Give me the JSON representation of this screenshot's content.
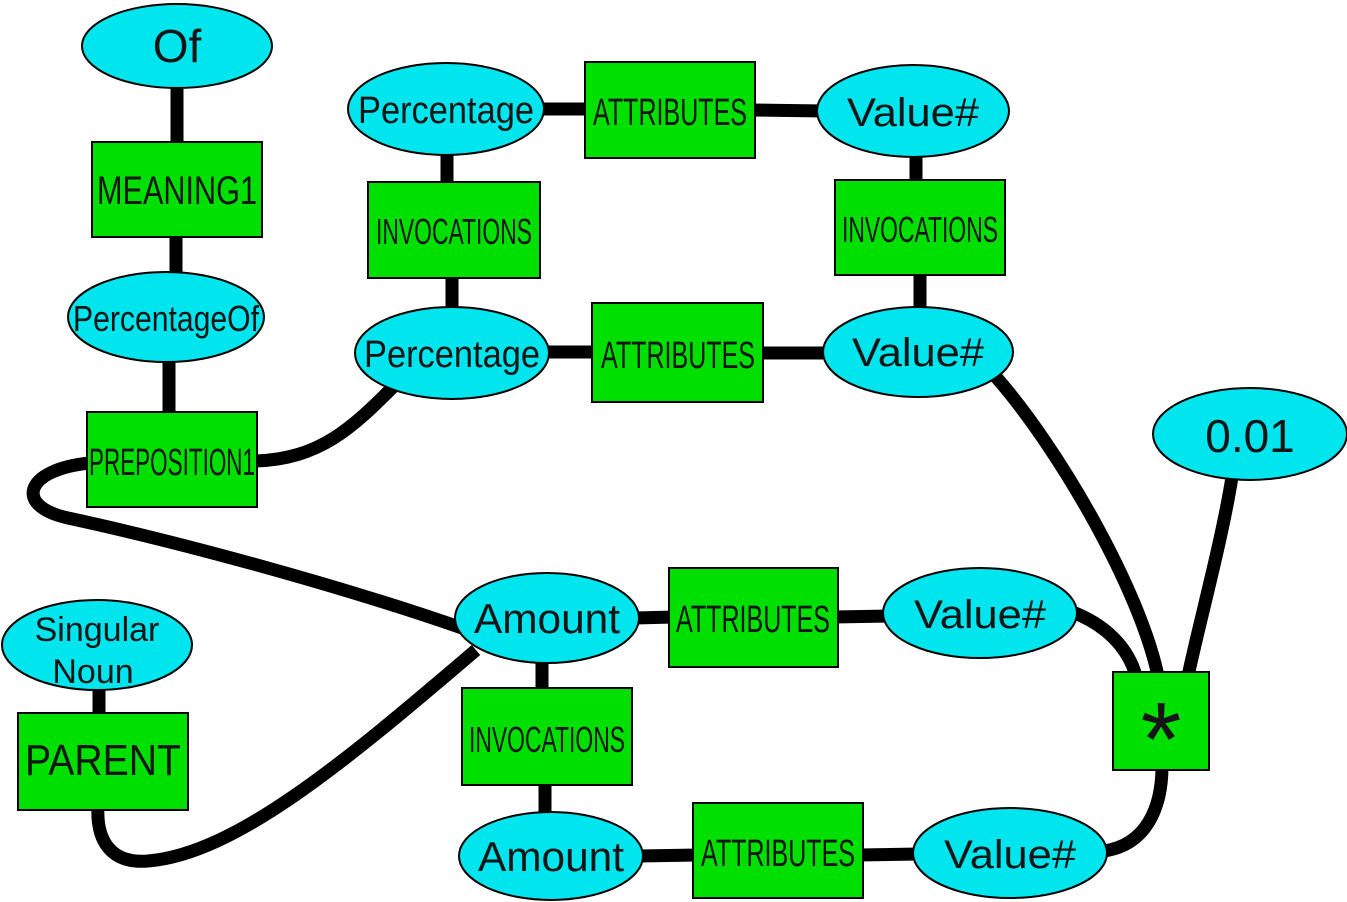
{
  "diagram": {
    "kind": "semantic-network",
    "colors": {
      "entity_fill": "#00e5ee",
      "relation_fill": "#00e000",
      "edge": "#000000",
      "border": "#000000",
      "text": "#151515",
      "background": "#ffffff"
    },
    "nodes": {
      "of": {
        "label": "Of",
        "shape": "ellipse"
      },
      "meaning1": {
        "label": "MEANING1",
        "shape": "rect"
      },
      "percentage_of": {
        "label": "PercentageOf",
        "shape": "ellipse"
      },
      "preposition1": {
        "label": "PREPOSITION1",
        "shape": "rect"
      },
      "percentage_top": {
        "label": "Percentage",
        "shape": "ellipse"
      },
      "attributes_top": {
        "label": "ATTRIBUTES",
        "shape": "rect"
      },
      "value_top": {
        "label": "Value#",
        "shape": "ellipse"
      },
      "invocations_left": {
        "label": "INVOCATIONS",
        "shape": "rect"
      },
      "invocations_right": {
        "label": "INVOCATIONS",
        "shape": "rect"
      },
      "percentage_mid": {
        "label": "Percentage",
        "shape": "ellipse"
      },
      "attributes_mid": {
        "label": "ATTRIBUTES",
        "shape": "rect"
      },
      "value_mid": {
        "label": "Value#",
        "shape": "ellipse"
      },
      "const_001": {
        "label": "0.01",
        "shape": "ellipse"
      },
      "amount_mid": {
        "label": "Amount",
        "shape": "ellipse"
      },
      "attributes_amount": {
        "label": "ATTRIBUTES",
        "shape": "rect"
      },
      "value_amount": {
        "label": "Value#",
        "shape": "ellipse"
      },
      "star": {
        "label": "*",
        "shape": "rect"
      },
      "singular_noun": {
        "label_line1": "Singular",
        "label_line2": "Noun",
        "shape": "ellipse"
      },
      "parent": {
        "label": "PARENT",
        "shape": "rect"
      },
      "invocations_bottom": {
        "label": "INVOCATIONS",
        "shape": "rect"
      },
      "amount_bottom": {
        "label": "Amount",
        "shape": "ellipse"
      },
      "attributes_bottom": {
        "label": "ATTRIBUTES",
        "shape": "rect"
      },
      "value_bottom": {
        "label": "Value#",
        "shape": "ellipse"
      }
    },
    "edges": [
      {
        "from": "of",
        "to": "meaning1"
      },
      {
        "from": "meaning1",
        "to": "percentage_of"
      },
      {
        "from": "percentage_of",
        "to": "preposition1"
      },
      {
        "from": "percentage_top",
        "to": "attributes_top"
      },
      {
        "from": "attributes_top",
        "to": "value_top"
      },
      {
        "from": "percentage_top",
        "to": "invocations_left"
      },
      {
        "from": "invocations_left",
        "to": "percentage_mid"
      },
      {
        "from": "value_top",
        "to": "invocations_right"
      },
      {
        "from": "invocations_right",
        "to": "value_mid"
      },
      {
        "from": "percentage_mid",
        "to": "attributes_mid"
      },
      {
        "from": "attributes_mid",
        "to": "value_mid"
      },
      {
        "from": "preposition1",
        "to": "percentage_mid"
      },
      {
        "from": "preposition1",
        "to": "amount_mid"
      },
      {
        "from": "singular_noun",
        "to": "parent"
      },
      {
        "from": "parent",
        "to": "amount_mid"
      },
      {
        "from": "amount_mid",
        "to": "attributes_amount"
      },
      {
        "from": "attributes_amount",
        "to": "value_amount"
      },
      {
        "from": "amount_mid",
        "to": "invocations_bottom"
      },
      {
        "from": "invocations_bottom",
        "to": "amount_bottom"
      },
      {
        "from": "amount_bottom",
        "to": "attributes_bottom"
      },
      {
        "from": "attributes_bottom",
        "to": "value_bottom"
      },
      {
        "from": "value_mid",
        "to": "star"
      },
      {
        "from": "value_amount",
        "to": "star"
      },
      {
        "from": "const_001",
        "to": "star"
      },
      {
        "from": "star",
        "to": "value_bottom"
      }
    ]
  }
}
